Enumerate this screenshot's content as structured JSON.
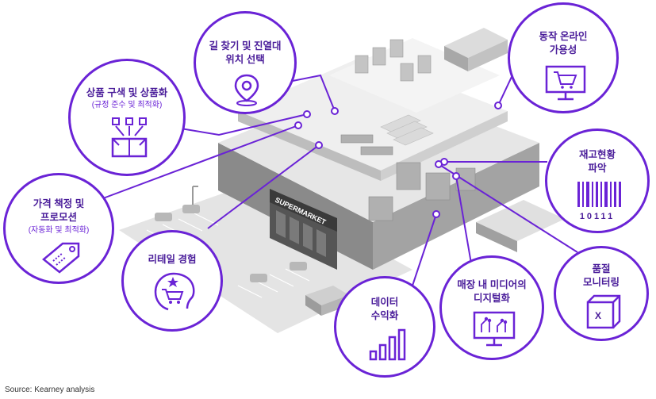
{
  "accent_color": "#6a23d6",
  "source": "Source: Kearney analysis",
  "scene": {
    "supermarket_sign": "SUPERMARKET"
  },
  "bubbles": {
    "aisle": {
      "title_line1": "길 찾기 및 진열대",
      "title_line2": "위치 선택",
      "icon": "location-pin-icon"
    },
    "product": {
      "title": "상품 구색 및 상품화",
      "subtitle": "(규정 준수 및 최적화)",
      "icon": "product-box-icon"
    },
    "online": {
      "title_line1": "동작 온라인",
      "title_line2": "가용성",
      "icon": "shopping-cart-screen-icon"
    },
    "inventory": {
      "title_line1": "재고현황",
      "title_line2": "파악",
      "barcode_number": "10111",
      "icon": "barcode-icon"
    },
    "pricing": {
      "title_line1": "가격 책정 및",
      "title_line2": "프로모션",
      "subtitle": "(자동화 및 최적화)",
      "icon": "price-tag-icon"
    },
    "retail": {
      "title": "리테일 경험",
      "icon": "customer-cart-icon"
    },
    "data": {
      "title_line1": "데이터",
      "title_line2": "수익화",
      "icon": "bar-chart-icon"
    },
    "media": {
      "title_line1": "매장 내 미디어의",
      "title_line2": "디지털화",
      "icon": "digital-screen-icon"
    },
    "outofstock": {
      "title_line1": "품절",
      "title_line2": "모니터링",
      "x_mark": "X",
      "icon": "empty-box-icon"
    }
  }
}
